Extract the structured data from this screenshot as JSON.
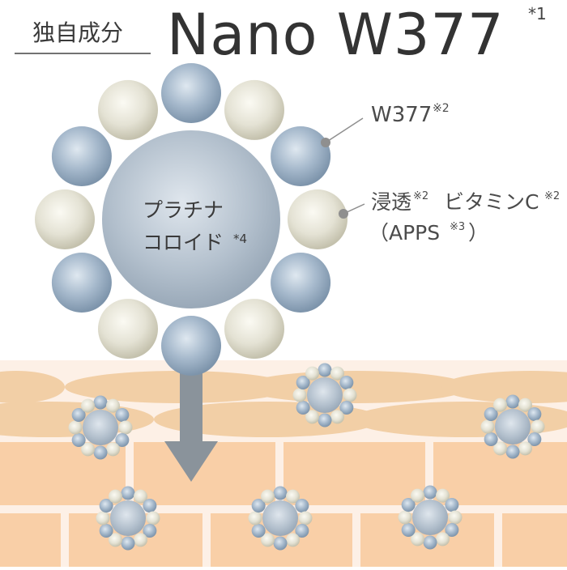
{
  "header": {
    "badge_label": "独自成分",
    "title": "Nano W377",
    "title_note": "*1"
  },
  "cluster": {
    "core_label_line1": "プラチナ",
    "core_label_line2": "コロイド",
    "core_note": "*4"
  },
  "callouts": {
    "w377_label": "W377",
    "w377_note": "※2",
    "vitc_label_part1": "浸透",
    "vitc_note1": "※2",
    "vitc_label_part2": "ビタミンC",
    "vitc_note2": "※2",
    "apps_open": "（APPS",
    "apps_note": "※3",
    "apps_close": "）"
  },
  "colors": {
    "blue_sphere": "#9fb3c8",
    "cream_sphere": "#e6e5d8",
    "core": "#b4c1ce",
    "skin": "#f9d0a8",
    "skin_top": "#f2cfa6",
    "arrow": "#8a939b",
    "text": "#4b4b4b",
    "callout_dot": "#8f8f8f"
  }
}
